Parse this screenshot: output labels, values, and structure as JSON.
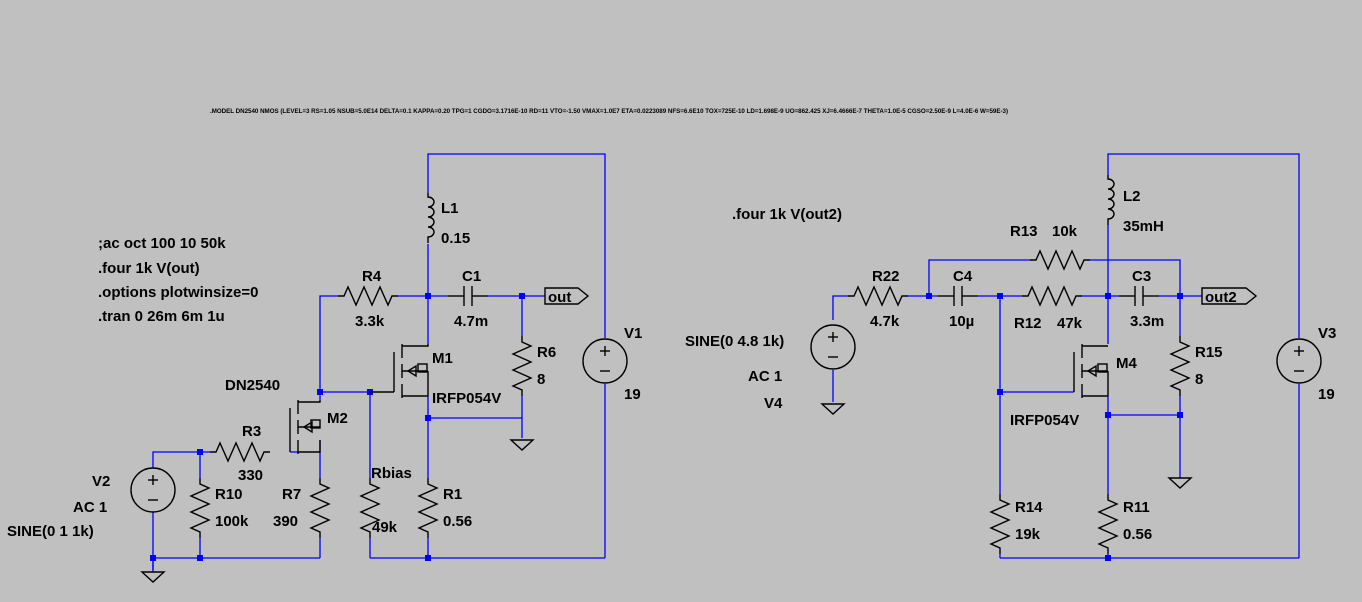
{
  "model_directive": ".MODEL DN2540 NMOS (LEVEL=3 RS=1.05 NSUB=5.0E14 DELTA=0.1 KAPPA=0.20 TPG=1 CGDO=3.1716E-10 RD=11 VTO=-1.50 VMAX=1.0E7 ETA=0.0223089 NFS=6.6E10 TOX=725E-10 LD=1.698E-9 UO=862.425 XJ=6.4666E-7 THETA=1.0E-5 CGSO=2.50E-9 L=4.0E-6 W=59E-3)",
  "left_directives": [
    ";ac oct 100 10 50k",
    ".four 1k V(out)",
    ".options plotwinsize=0",
    ".tran 0 26m 6m 1u"
  ],
  "right_directive": ".four 1k V(out2)",
  "left": {
    "L1": {
      "name": "L1",
      "value": "0.15"
    },
    "R4": {
      "name": "R4",
      "value": "3.3k"
    },
    "C1": {
      "name": "C1",
      "value": "4.7m"
    },
    "out_label": "out",
    "V1": {
      "name": "V1",
      "value": "19"
    },
    "M1": {
      "name": "M1",
      "model": "IRFP054V"
    },
    "R6": {
      "name": "R6",
      "value": "8"
    },
    "M2": {
      "name": "M2",
      "model": "DN2540"
    },
    "R3": {
      "name": "R3",
      "value": "330"
    },
    "V2": {
      "name": "V2",
      "ac": "AC 1",
      "sine": "SINE(0 1 1k)"
    },
    "R10": {
      "name": "R10",
      "value": "100k"
    },
    "R7": {
      "name": "R7",
      "value": "390"
    },
    "Rbias": {
      "name": "Rbias",
      "value": "49k"
    },
    "R1": {
      "name": "R1",
      "value": "0.56"
    }
  },
  "right": {
    "L2": {
      "name": "L2",
      "value": "35mH"
    },
    "R13": {
      "name": "R13",
      "value": "10k"
    },
    "R22": {
      "name": "R22",
      "value": "4.7k"
    },
    "C4": {
      "name": "C4",
      "value": "10µ"
    },
    "C3": {
      "name": "C3",
      "value": "3.3m"
    },
    "out2_label": "out2",
    "V4": {
      "name": "V4",
      "sine": "SINE(0 4.8 1k)",
      "ac": "AC 1"
    },
    "R12": {
      "name": "R12",
      "value": "47k"
    },
    "M4": {
      "name": "M4",
      "model": "IRFP054V"
    },
    "R15": {
      "name": "R15",
      "value": "8"
    },
    "V3": {
      "name": "V3",
      "value": "19"
    },
    "R14": {
      "name": "R14",
      "value": "19k"
    },
    "R11": {
      "name": "R11",
      "value": "0.56"
    }
  },
  "colors": {
    "background": "#c0c0c0",
    "wire": "#0000ff",
    "component": "#000000"
  }
}
